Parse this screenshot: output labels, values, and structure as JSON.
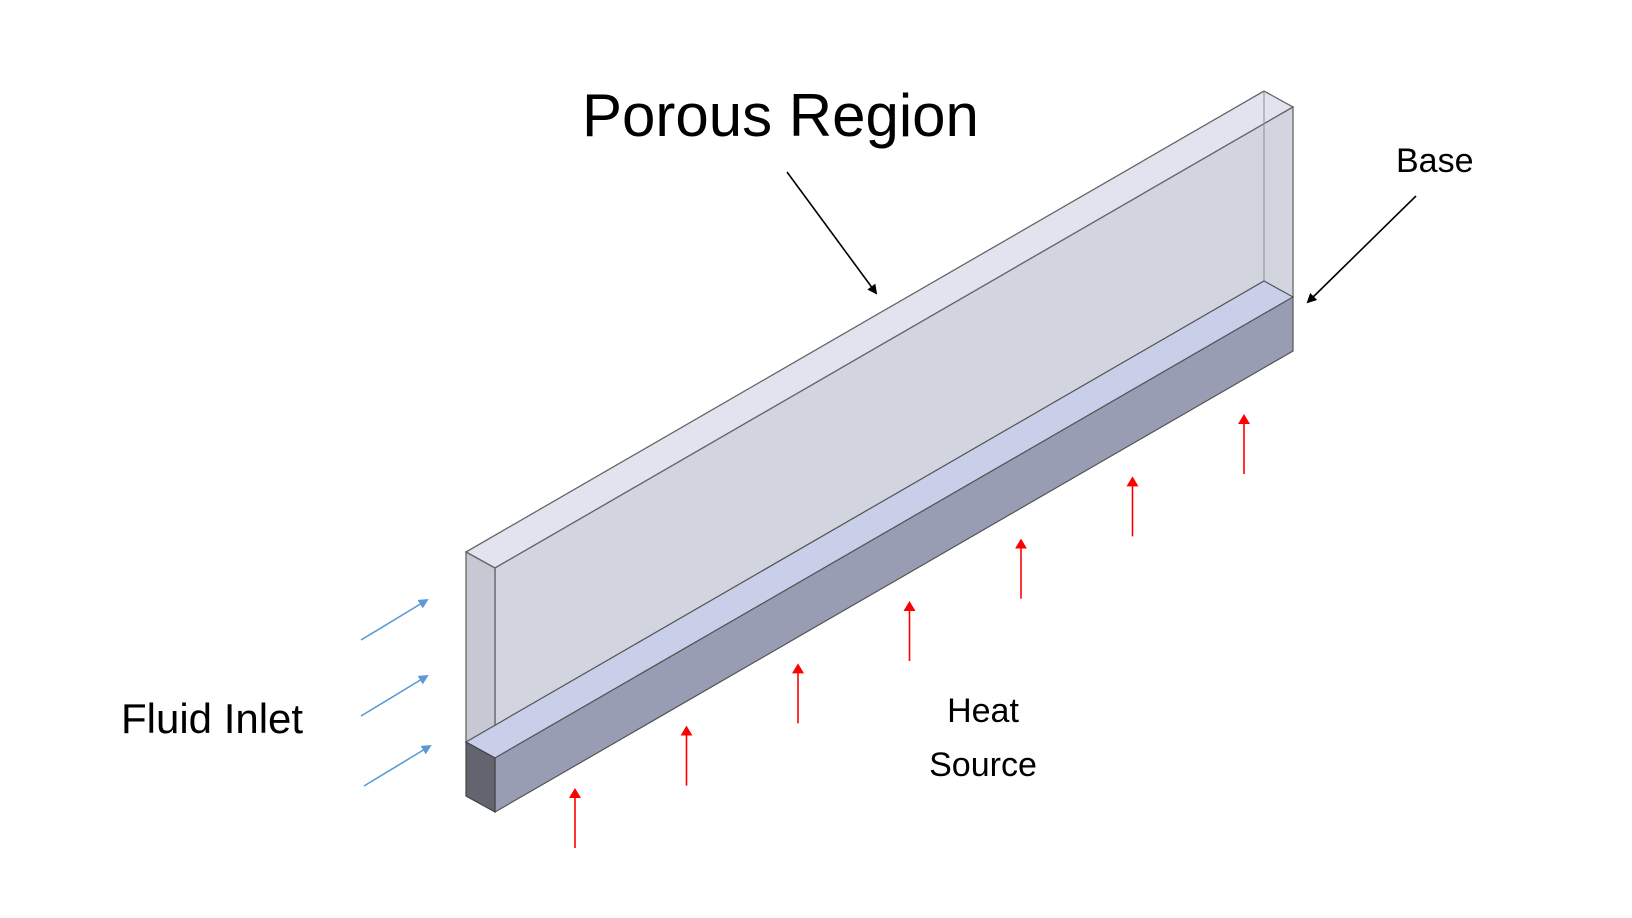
{
  "labels": {
    "title": "Porous Region",
    "base": "Base",
    "inlet": "Fluid Inlet",
    "heat_line1": "Heat",
    "heat_line2": "Source"
  },
  "colors": {
    "porous_face": "#d0d3dd",
    "porous_top": "#e1e4ee",
    "porous_end": "#c6c9d3",
    "base_top": "#c9cfe9",
    "base_side": "#989db4",
    "base_end": "#62646f",
    "heat_arrow": "#ff0000",
    "inlet_arrow": "#5b9bd5",
    "pointer_arrow": "#000000",
    "outline": "#555555"
  },
  "heat_arrow_count": 7,
  "inlet_arrow_count": 3
}
